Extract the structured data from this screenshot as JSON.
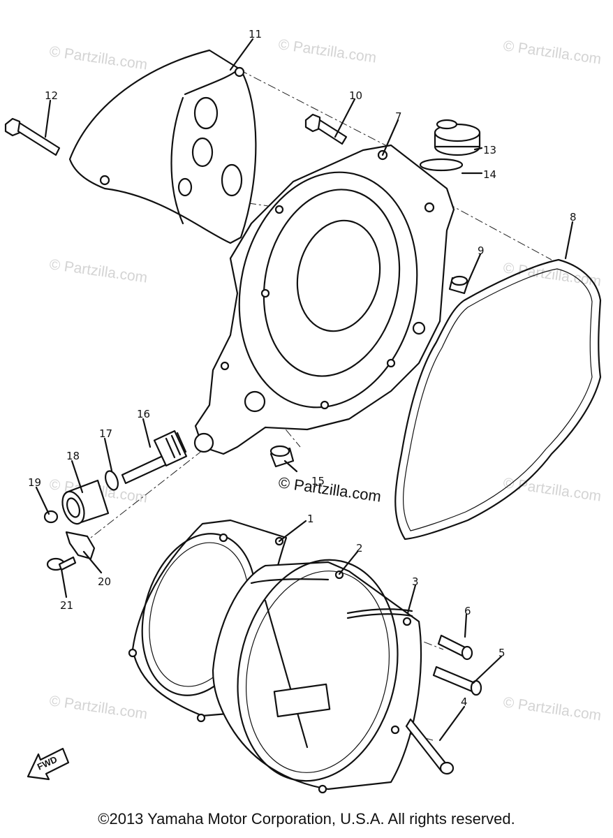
{
  "watermark": {
    "text": "© Partzilla.com",
    "center_text": "© Partzilla.com"
  },
  "callouts": [
    "1",
    "2",
    "3",
    "4",
    "5",
    "6",
    "7",
    "8",
    "9",
    "10",
    "11",
    "12",
    "13",
    "14",
    "15",
    "16",
    "17",
    "18",
    "19",
    "20",
    "21"
  ],
  "fwd_label": "FWD",
  "copyright": "©2013 Yamaha Motor Corporation, U.S.A. All rights reserved."
}
